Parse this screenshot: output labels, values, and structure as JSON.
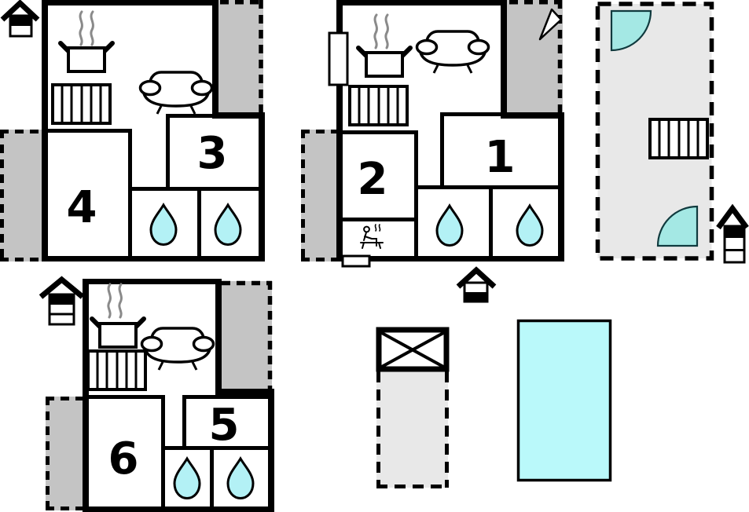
{
  "colors": {
    "wall_black": "#000000",
    "balcony_gray": "#c4c4c4",
    "terrace_gray": "#e8e8e8",
    "yard_gray": "#e8e8e8",
    "drop_cyan": "#b3f1f5",
    "pool_cyan": "#baf9fa",
    "door_arc_teal": "#a4e8e4",
    "steam_gray": "#8a8a8a"
  },
  "plans": {
    "plan_a": {
      "rooms": [
        {
          "label": "3"
        },
        {
          "label": "4"
        }
      ]
    },
    "plan_b": {
      "rooms": [
        {
          "label": "1"
        },
        {
          "label": "2"
        }
      ]
    },
    "plan_c": {
      "rooms": [
        {
          "label": "5"
        },
        {
          "label": "6"
        }
      ]
    }
  },
  "icons": {
    "pot": "kitchen-pot-icon",
    "steam": "steam-icon",
    "stairs": "stairs-icon",
    "sofa": "sofa-icon",
    "water_drop": "water-drop-icon",
    "sauna": "sauna-icon",
    "door_swing": "door-swing-icon",
    "floor_level_house": "floor-level-icon",
    "north_arrow": "north-arrow-icon",
    "crossed_box": "crossed-box-icon"
  }
}
